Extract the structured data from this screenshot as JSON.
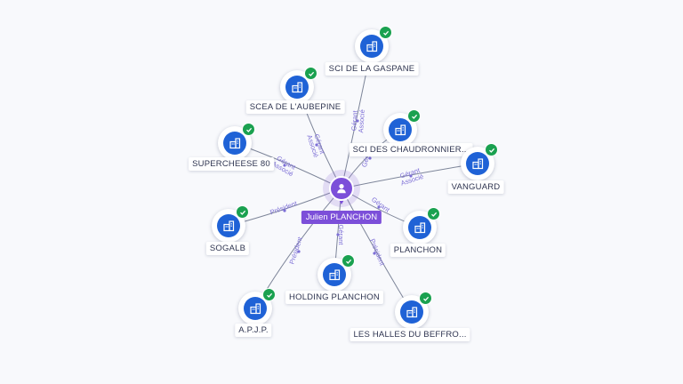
{
  "center": {
    "name": "Julien PLANCHON",
    "icon": "person-icon",
    "color": "#7c4fd9"
  },
  "colors": {
    "node": "#1f62d6",
    "verified": "#1aa150",
    "edge": "#7d8599",
    "edge_label": "#7d6fd6"
  },
  "companies": [
    {
      "id": "gaspane",
      "name": "SCI DE LA GASPANE",
      "roles": [
        "Gérant",
        "Associé"
      ]
    },
    {
      "id": "aubepine",
      "name": "SCEA DE L'AUBEPINE",
      "roles": [
        "Gérant",
        "Associé"
      ]
    },
    {
      "id": "chaudronnier",
      "name": "SCI DES CHAUDRONNIER...",
      "roles": [
        "Gérant"
      ]
    },
    {
      "id": "supercheese",
      "name": "SUPERCHEESE 80",
      "roles": [
        "Gérant",
        "Associé"
      ]
    },
    {
      "id": "vanguard",
      "name": "VANGUARD",
      "roles": [
        "Gérant",
        "Associé"
      ]
    },
    {
      "id": "sogalb",
      "name": "SOGALB",
      "roles": [
        "Président"
      ]
    },
    {
      "id": "planchon",
      "name": "PLANCHON",
      "roles": [
        "Gérant"
      ]
    },
    {
      "id": "holding",
      "name": "HOLDING PLANCHON",
      "roles": [
        "Gérant"
      ]
    },
    {
      "id": "apjp",
      "name": "A.P.J.P.",
      "roles": [
        "Président"
      ]
    },
    {
      "id": "halles",
      "name": "LES HALLES DU BEFFRO...",
      "roles": [
        "Président"
      ]
    }
  ]
}
